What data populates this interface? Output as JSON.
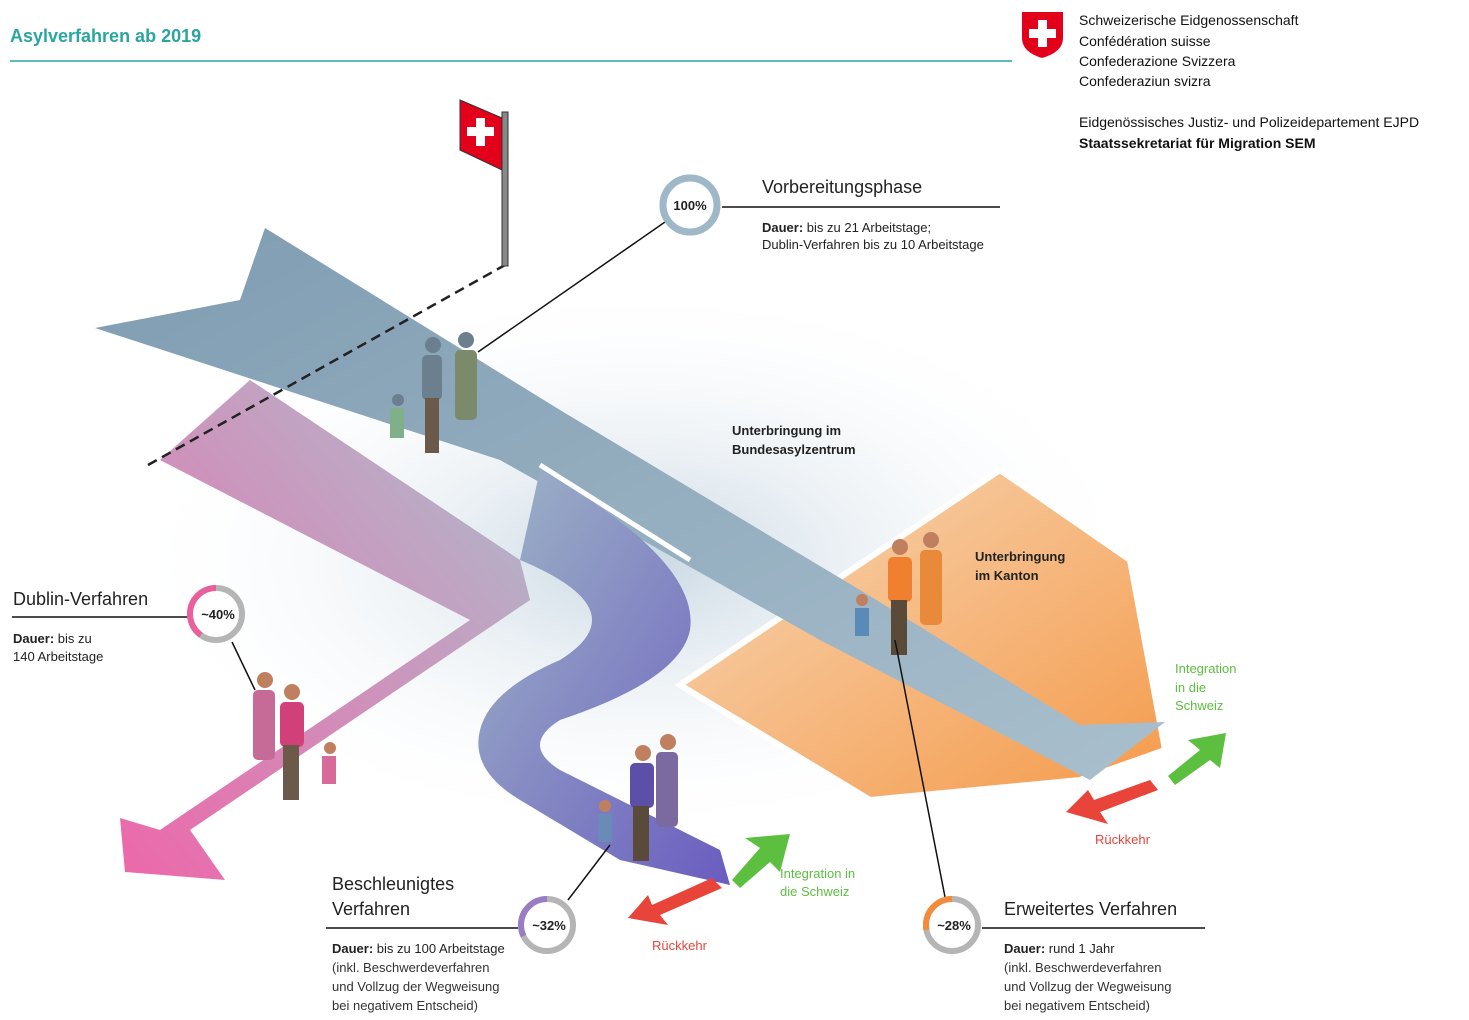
{
  "header": {
    "title": "Asylverfahren ab 2019",
    "org_lines": [
      "Schweizerische Eidgenossenschaft",
      "Confédération suisse",
      "Confederazione Svizzera",
      "Confederaziun svizra"
    ],
    "department": "Eidgenössisches Justiz- und Polizeidepartement EJPD",
    "office": "Staatssekretariat für Migration SEM"
  },
  "colors": {
    "teal": "#2aa6a0",
    "swiss_red": "#e3001b",
    "road": "#9fb6c6",
    "dublin": "#e8619c",
    "accelerated": "#7a68b8",
    "extended": "#f28c3c",
    "integration": "#5cbf3f",
    "return": "#e8443a"
  },
  "phases": {
    "preparation": {
      "title": "Vorbereitungsphase",
      "percent": 100,
      "percent_label": "100%",
      "duration_bold": "Dauer:",
      "duration": " bis zu 21 Arbeitstage;",
      "note": "Dublin-Verfahren bis zu 10 Arbeitstage"
    },
    "dublin": {
      "title": "Dublin-Verfahren",
      "percent": 40,
      "percent_label": "~40%",
      "duration_bold": "Dauer:",
      "duration": " bis zu",
      "duration2": "140 Arbeitstage"
    },
    "accelerated": {
      "title1": "Beschleunigtes",
      "title2": "Verfahren",
      "percent": 32,
      "percent_label": "~32%",
      "duration_bold": "Dauer:",
      "duration": " bis zu 100 Arbeitstage",
      "notes": [
        "(inkl. Beschwerdeverfahren",
        "und Vollzug der Wegweisung",
        "bei negativem Entscheid)"
      ]
    },
    "extended": {
      "title": "Erweitertes Verfahren",
      "percent": 28,
      "percent_label": "~28%",
      "duration_bold": "Dauer:",
      "duration": " rund 1 Jahr",
      "notes": [
        "(inkl. Beschwerdeverfahren",
        "und Vollzug der Wegweisung",
        "bei negativem Entscheid)"
      ]
    }
  },
  "labels": {
    "federal_center": [
      "Unterbringung im",
      "Bundesasylzentrum"
    ],
    "canton": [
      "Unterbringung",
      "im Kanton"
    ],
    "integration_accel": [
      "Integration in",
      "die Schweiz"
    ],
    "return_accel": "Rückkehr",
    "integration_ext": [
      "Integration",
      "in die",
      "Schweiz"
    ],
    "return_ext": "Rückkehr"
  }
}
